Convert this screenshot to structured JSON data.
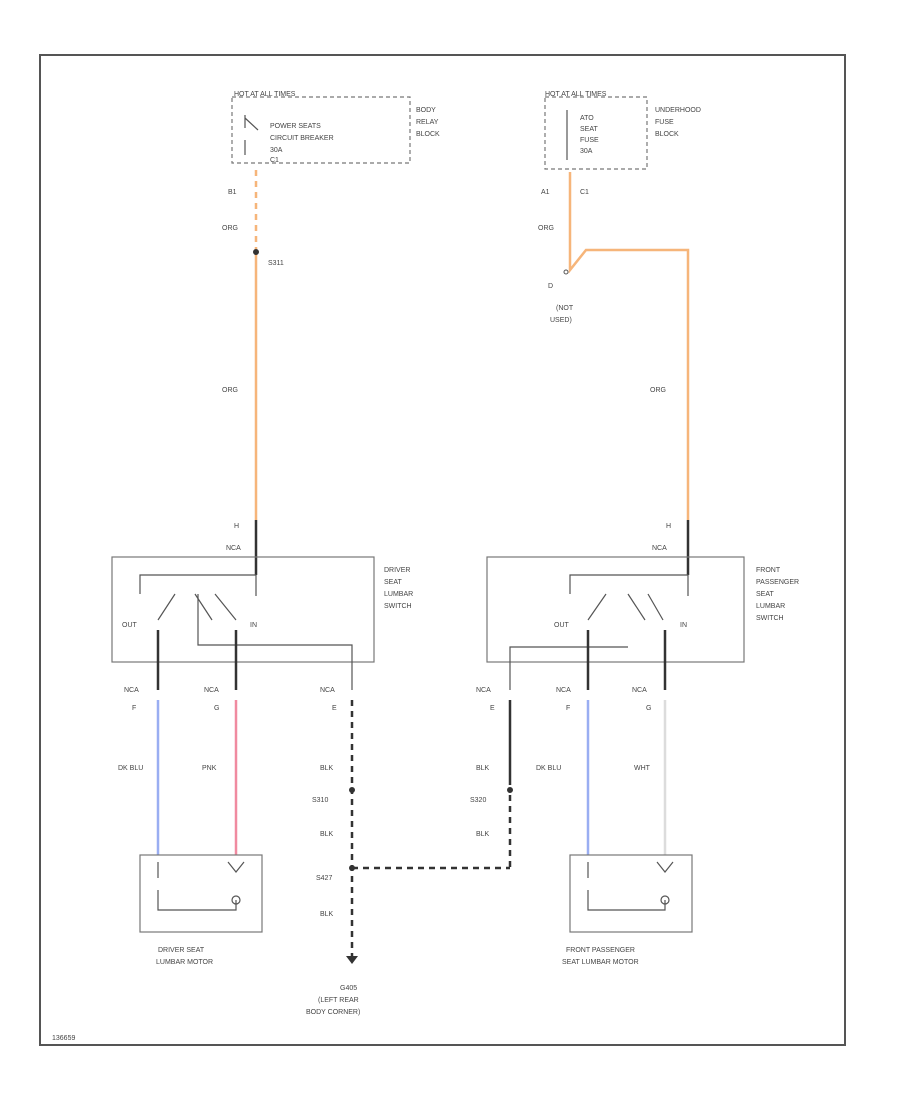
{
  "colors": {
    "orange": "#f6b57a",
    "dk_blue": "#9aaef2",
    "pink": "#f08aa0",
    "white": "#dcdcdc",
    "black": "#333333",
    "frame": "#555555"
  },
  "left_supply": {
    "hot_label": "HOT AT ALL TIMES",
    "breaker_label": "POWER SEATS CIRCUIT BREAKER 30A",
    "breaker_pin": "C1",
    "block_label": "BODY RELAY BLOCK",
    "pin_label": "B1",
    "wire_color_1": "ORG",
    "splice": "S311",
    "wire_color_2": "ORG"
  },
  "right_supply": {
    "hot_label": "HOT AT ALL TIMES",
    "fuse_label": "ATO SEAT FUSE 30A",
    "block_label": "UNDERHOOD FUSE BLOCK",
    "pin_a": "A1",
    "pin_c": "C1",
    "wire_color_1": "ORG",
    "unused_pin": "D",
    "unused_label": "(NOT USED)",
    "wire_color_2": "ORG"
  },
  "driver_switch": {
    "name": "DRIVER SEAT LUMBAR SWITCH",
    "conn_pin": "H",
    "conn_label": "NCA",
    "out_label": "OUT",
    "in_label": "IN",
    "pins": [
      {
        "conn": "NCA",
        "pin": "F",
        "color": "DK BLU"
      },
      {
        "conn": "NCA",
        "pin": "G",
        "color": "PNK"
      },
      {
        "conn": "NCA",
        "pin": "E",
        "color": "BLK"
      }
    ]
  },
  "passenger_switch": {
    "name": "FRONT PASSENGER SEAT LUMBAR SWITCH",
    "conn_pin": "H",
    "conn_label": "NCA",
    "out_label": "OUT",
    "in_label": "IN",
    "pins": [
      {
        "conn": "NCA",
        "pin": "E",
        "color": "BLK"
      },
      {
        "conn": "NCA",
        "pin": "F",
        "color": "DK BLU"
      },
      {
        "conn": "NCA",
        "pin": "G",
        "color": "WHT"
      }
    ]
  },
  "ground": {
    "splice_left": "S310",
    "splice_right": "S320",
    "splice_main": "S427",
    "wire_blk_1": "BLK",
    "wire_blk_2": "BLK",
    "wire_blk_3": "BLK",
    "wire_blk_4": "BLK",
    "wire_blk_5": "BLK",
    "ground_id": "G405",
    "ground_loc_1": "(LEFT REAR",
    "ground_loc_2": "BODY CORNER)"
  },
  "driver_motor": {
    "line1": "DRIVER SEAT",
    "line2": "LUMBAR MOTOR"
  },
  "passenger_motor": {
    "line1": "FRONT PASSENGER",
    "line2": "SEAT LUMBAR MOTOR"
  },
  "diagram_id": "136659"
}
